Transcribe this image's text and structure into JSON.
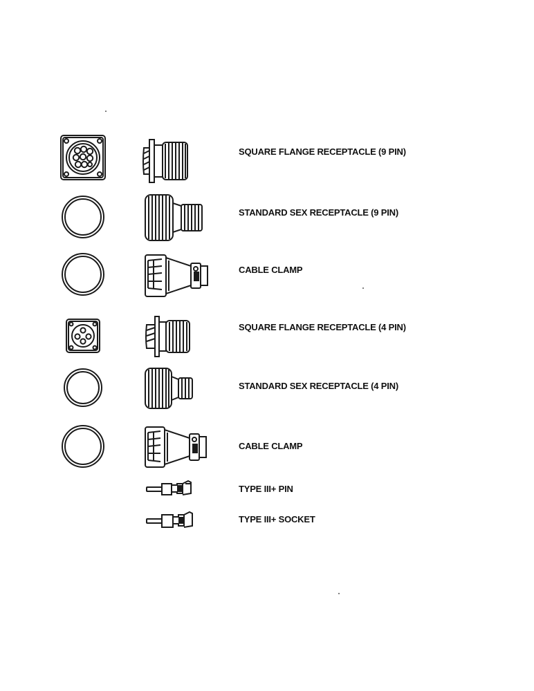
{
  "legend": {
    "items": [
      {
        "icon": "square-flange-9pin-front-icon",
        "profile": "square-flange-receptacle-side-icon",
        "label": "SQUARE FLANGE RECEPTACLE (9 PIN)"
      },
      {
        "icon": "ring-front-icon",
        "profile": "standard-sex-receptacle-side-icon",
        "label": "STANDARD SEX RECEPTACLE (9 PIN)"
      },
      {
        "icon": "ring-front-icon",
        "profile": "cable-clamp-side-icon",
        "label": "CABLE CLAMP"
      },
      {
        "icon": "square-flange-4pin-front-icon",
        "profile": "square-flange-receptacle-side-icon",
        "label": "SQUARE FLANGE RECEPTACLE (4 PIN)"
      },
      {
        "icon": "ring-front-icon",
        "profile": "standard-sex-receptacle-side-icon",
        "label": "STANDARD SEX RECEPTACLE (4 PIN)"
      },
      {
        "icon": "ring-front-icon",
        "profile": "cable-clamp-side-icon",
        "label": "CABLE CLAMP"
      },
      {
        "icon": "",
        "profile": "contact-pin-icon",
        "label": "TYPE III+ PIN"
      },
      {
        "icon": "",
        "profile": "contact-socket-icon",
        "label": "TYPE III+ SOCKET"
      }
    ]
  }
}
